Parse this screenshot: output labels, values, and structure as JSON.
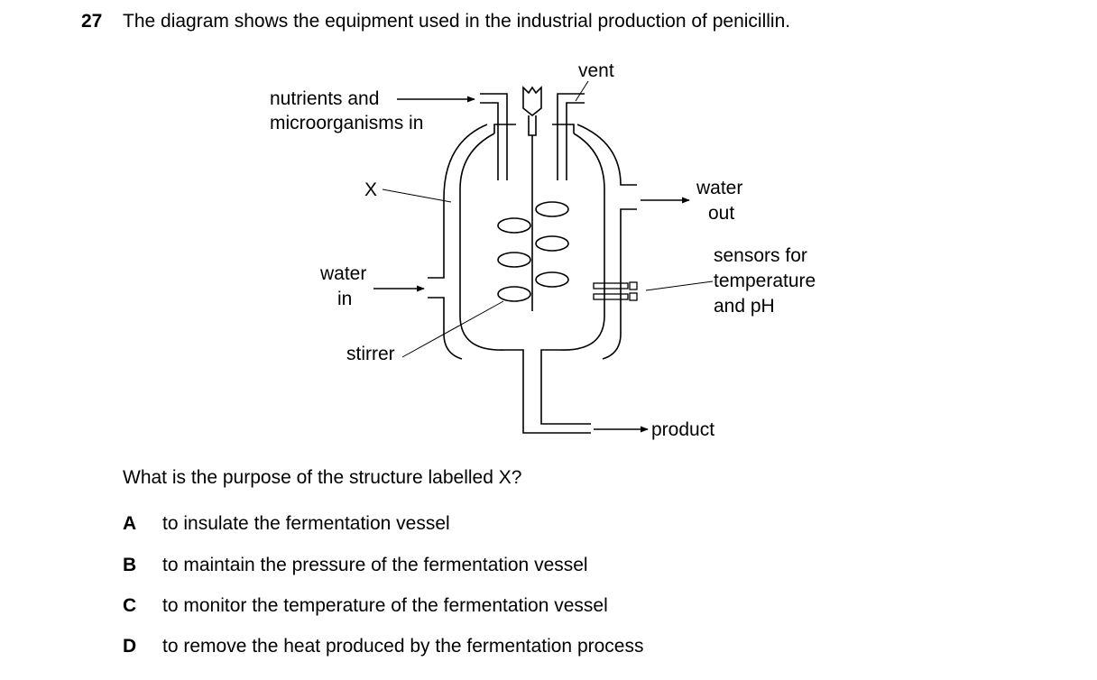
{
  "question": {
    "number": "27",
    "text": "The diagram shows the equipment used in the industrial production of penicillin."
  },
  "diagram": {
    "labels": {
      "vent": "vent",
      "nutrients_line1": "nutrients and",
      "nutrients_line2": "microorganisms in",
      "x": "X",
      "water_in_line1": "water",
      "water_in_line2": "in",
      "water_out_line1": "water",
      "water_out_line2": "out",
      "sensors_line1": "sensors for",
      "sensors_line2": "temperature",
      "sensors_line3": "and pH",
      "stirrer": "stirrer",
      "product": "product"
    }
  },
  "prompt": "What is the purpose of the structure labelled X?",
  "options": [
    {
      "letter": "A",
      "text": "to insulate the fermentation vessel"
    },
    {
      "letter": "B",
      "text": "to maintain the pressure of the fermentation vessel"
    },
    {
      "letter": "C",
      "text": "to monitor the temperature of the fermentation vessel"
    },
    {
      "letter": "D",
      "text": "to remove the heat produced by the fermentation process"
    }
  ]
}
